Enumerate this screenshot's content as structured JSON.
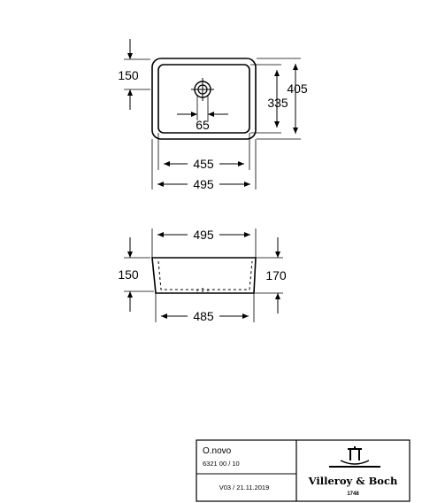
{
  "top_view": {
    "dim_depth_height": "150",
    "dim_outer_depth": "405",
    "dim_inner_depth": "335",
    "dim_drain": "65",
    "dim_inner_width": "455",
    "dim_outer_width": "495"
  },
  "side_view": {
    "dim_top_width": "495",
    "dim_height_left": "150",
    "dim_height_right": "170",
    "dim_bottom_width": "485"
  },
  "title_block": {
    "product_name": "O.novo",
    "article_number": "6321 00 / 10",
    "version": "V03 / 21.11.2019",
    "brand": "Villeroy & Boch",
    "brand_year": "1748"
  }
}
